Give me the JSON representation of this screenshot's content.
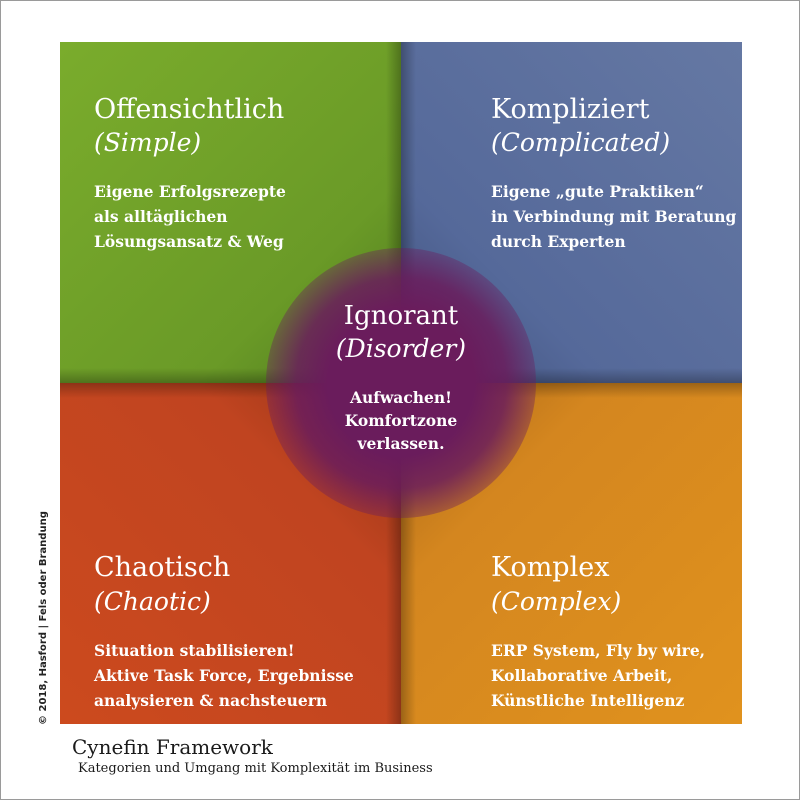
{
  "quadrants": {
    "simple": {
      "title": "Offensichtlich",
      "subtitle": "(Simple)",
      "text": "Eigene Erfolgsrezepte\nals alltäglichen\nLösungsansatz & Weg",
      "color": "#6f9f2a"
    },
    "complicated": {
      "title": "Kompliziert",
      "subtitle": "(Complicated)",
      "text": "Eigene „gute Praktiken“\nin Verbindung mit Beratung\ndurch Experten",
      "color": "#5a6e98"
    },
    "chaotic": {
      "title": "Chaotisch",
      "subtitle": "(Chaotic)",
      "text": "Situation stabilisieren!\nAktive Task Force, Ergebnisse\nanalysieren & nachsteuern",
      "color": "#c6441f"
    },
    "complex": {
      "title": "Komplex",
      "subtitle": "(Complex)",
      "text": "ERP System, Fly by wire,\nKollaborative Arbeit,\nKünstliche Intelligenz",
      "color": "#d98a20"
    }
  },
  "center": {
    "title": "Ignorant",
    "subtitle": "(Disorder)",
    "text": "Aufwachen!\nKomfortzone\nverlassen.",
    "color": "#6a1c5c"
  },
  "copyright": "© 2018, Hasford | Fels oder Brandung",
  "footer": {
    "title": "Cynefin Framework",
    "subtitle": "Kategorien und Umgang mit Komplexität im Business"
  }
}
